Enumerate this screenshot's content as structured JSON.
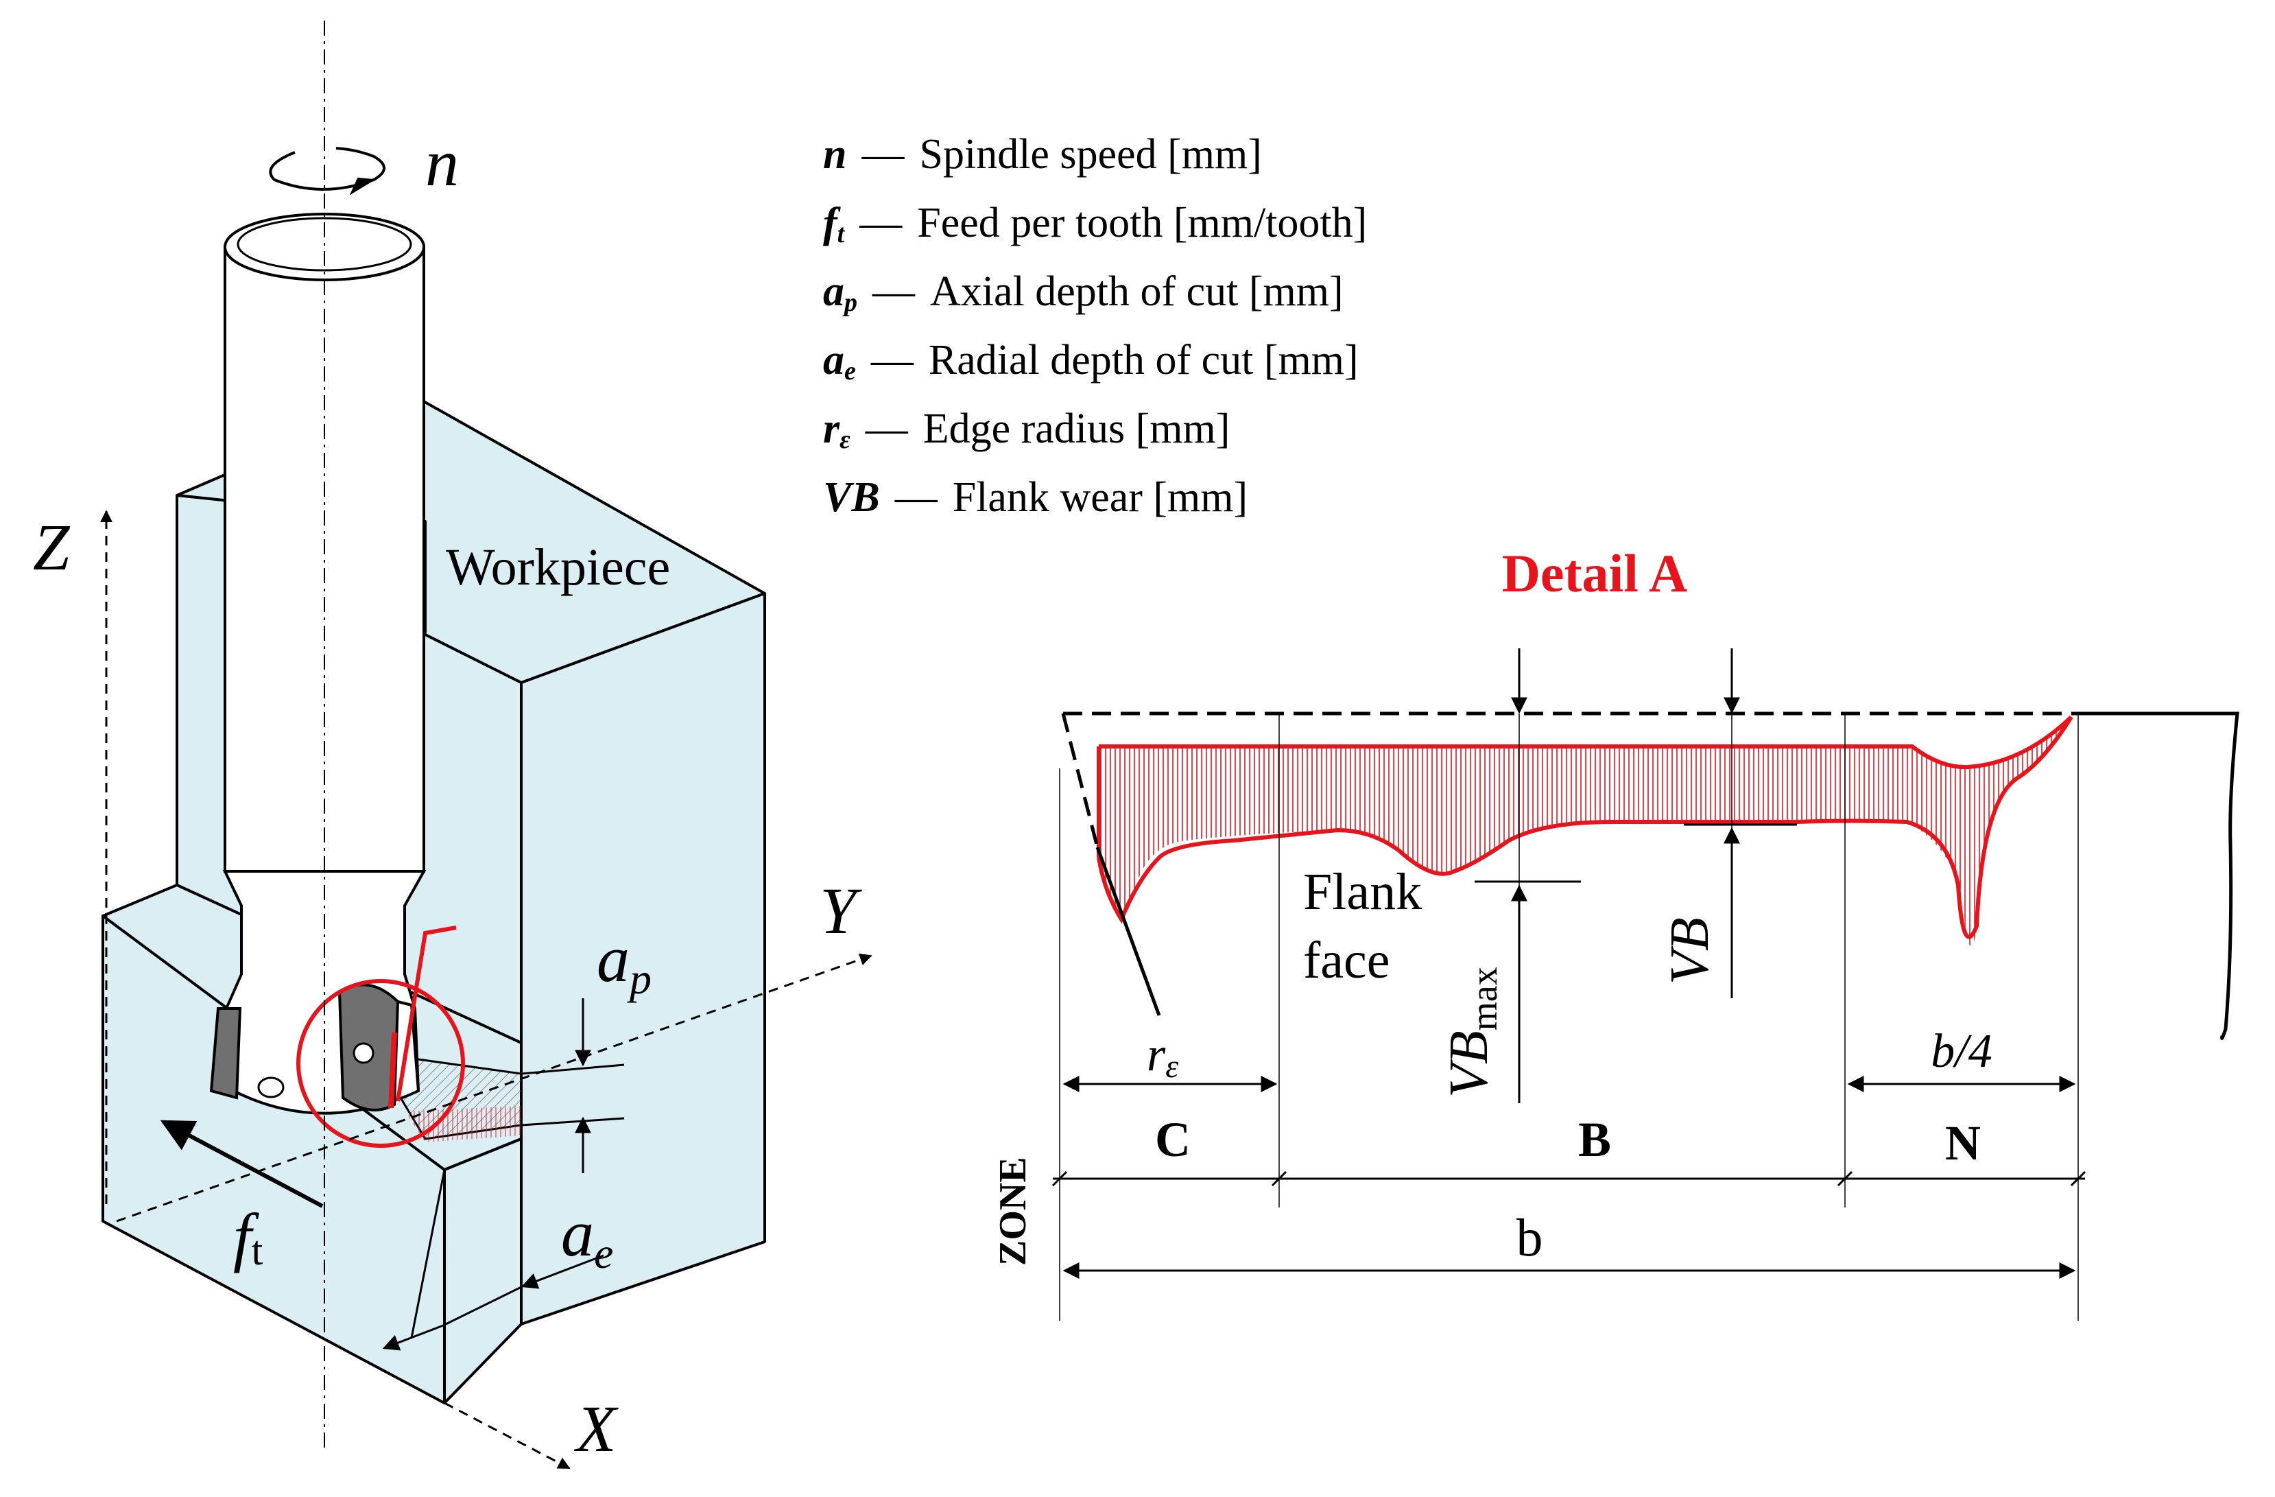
{
  "legend": [
    {
      "symbol": "n",
      "sub": "",
      "desc": "Spindle speed [mm]"
    },
    {
      "symbol": "f",
      "sub": "t",
      "desc": "Feed per tooth [mm/tooth]"
    },
    {
      "symbol": "a",
      "sub": "p",
      "desc": "Axial depth of cut [mm]"
    },
    {
      "symbol": "a",
      "sub": "e",
      "desc": "Radial depth of cut [mm]"
    },
    {
      "symbol": "r",
      "sub": "ε",
      "desc": "Edge radius [mm]"
    },
    {
      "symbol": "VB",
      "sub": "",
      "desc": "Flank wear [mm]"
    }
  ],
  "legend_dash": "—",
  "labels": {
    "spindle_n": "n",
    "axis_z": "Z",
    "axis_y": "Y",
    "axis_x": "X",
    "workpiece": "Workpiece",
    "ap_base": "a",
    "ap_sub": "p",
    "ae_base": "a",
    "ae_sub": "e",
    "ft_base": "f",
    "ft_sub": "t"
  },
  "detail": {
    "title": "Detail A",
    "flank_face_line1": "Flank",
    "flank_face_line2": "face",
    "vbmax_base": "VB",
    "vbmax_sub": "max",
    "vb": "VB",
    "r_eps_base": "r",
    "r_eps_sub": "ε",
    "b_quarter": "b/4",
    "zone_label": "ZONE",
    "zones": [
      "C",
      "B",
      "N"
    ],
    "b": "b"
  },
  "colors": {
    "red": "#e8141c",
    "workpiece_fill": "#dbeef4",
    "tool_fill": "#ffffff",
    "insert_fill": "#707070"
  }
}
